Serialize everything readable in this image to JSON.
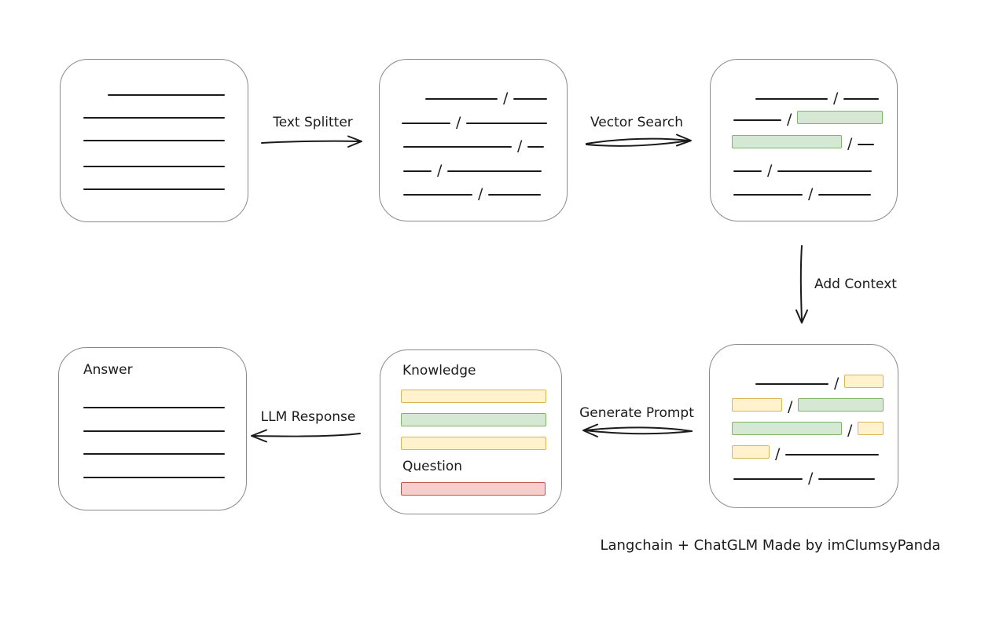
{
  "title_caption": "Langchain + ChatGLM Made by imClumsyPanda",
  "glyphs": {
    "slash": "/"
  },
  "arrow_labels": {
    "text_splitter": "Text Splitter",
    "vector_search": "Vector Search",
    "add_context": "Add Context",
    "generate_prompt": "Generate Prompt",
    "llm_response": "LLM Response"
  },
  "prompt_box": {
    "knowledge_label": "Knowledge",
    "question_label": "Question"
  },
  "answer_box": {
    "label": "Answer"
  },
  "colors": {
    "green_fill": "#d5e8d4",
    "green_stroke": "#82b366",
    "yellow_fill": "#fff2cc",
    "yellow_stroke": "#d6b656",
    "red_fill": "#f8cecc",
    "red_stroke": "#b85450",
    "box_stroke": "#8a8a8a",
    "ink": "#1b1b1b"
  },
  "diagram": {
    "type": "flowchart",
    "nodes": [
      {
        "id": "source-document",
        "desc": "document with five plain text lines"
      },
      {
        "id": "split-text",
        "desc": "document split into chunks separated by slashes"
      },
      {
        "id": "vector-matched",
        "desc": "split document with two chunks highlighted green (vector search matches)"
      },
      {
        "id": "context-added",
        "desc": "split document with green matched chunks plus yellow adjacent context chunks"
      },
      {
        "id": "prompt",
        "desc": "prompt composed of Knowledge (yellow/green chunks) and Question (red chunk)"
      },
      {
        "id": "answer",
        "desc": "answer document with text lines"
      }
    ],
    "edges": [
      {
        "from": "source-document",
        "to": "split-text",
        "label": "Text Splitter",
        "direction": "right"
      },
      {
        "from": "split-text",
        "to": "vector-matched",
        "label": "Vector Search",
        "direction": "right"
      },
      {
        "from": "vector-matched",
        "to": "context-added",
        "label": "Add Context",
        "direction": "down"
      },
      {
        "from": "context-added",
        "to": "prompt",
        "label": "Generate Prompt",
        "direction": "left"
      },
      {
        "from": "prompt",
        "to": "answer",
        "label": "LLM Response",
        "direction": "left"
      }
    ]
  }
}
